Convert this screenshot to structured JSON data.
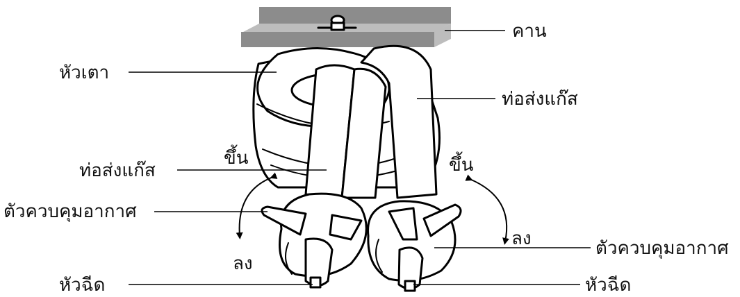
{
  "labels": {
    "beam": "คาน",
    "burner_head": "หัวเตา",
    "gas_pipe": "ท่อส่งแก๊ส",
    "up": "ขึ้น",
    "down": "ลง",
    "air_control": "ตัวควบคุมอากาศ",
    "nozzle": "หัวฉีด"
  },
  "colors": {
    "beam": "#8c8c8c",
    "beam_shadow": "#bdbdbd",
    "outline": "#000000",
    "fill": "#ffffff"
  }
}
